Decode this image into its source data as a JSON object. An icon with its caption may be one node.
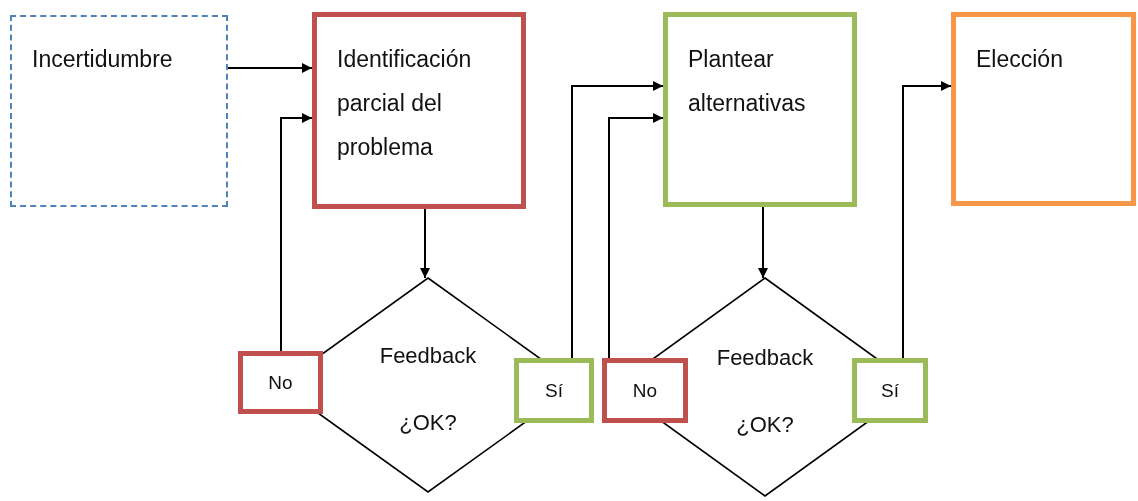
{
  "diagram": {
    "nodes": [
      {
        "text": [
          "Incertidumbre"
        ]
      },
      {
        "text": [
          "Identificación parcial del problema"
        ]
      },
      {
        "text": [
          "Plantear alternativas"
        ]
      },
      {
        "text": [
          "Elección"
        ]
      },
      {
        "text": [
          "Feedback",
          "¿OK?"
        ]
      },
      {
        "text": [
          "No"
        ]
      },
      {
        "text": [
          "Sí"
        ]
      },
      {
        "text": [
          "Feedback",
          "¿OK?"
        ]
      },
      {
        "text": [
          "No"
        ]
      },
      {
        "text": [
          "Sí"
        ]
      }
    ],
    "edges": [
      {
        "from": 0,
        "to": 1,
        "arrow": "to"
      },
      {
        "from": 1,
        "to": 4,
        "arrow": "to"
      },
      {
        "from": 5,
        "to": 1,
        "arrow": "to"
      },
      {
        "from": 6,
        "to": 2,
        "arrow": "to"
      },
      {
        "from": 2,
        "to": 7,
        "arrow": "to"
      },
      {
        "from": 8,
        "to": 2,
        "arrow": "to"
      },
      {
        "from": 9,
        "to": 3,
        "arrow": "to"
      }
    ]
  }
}
